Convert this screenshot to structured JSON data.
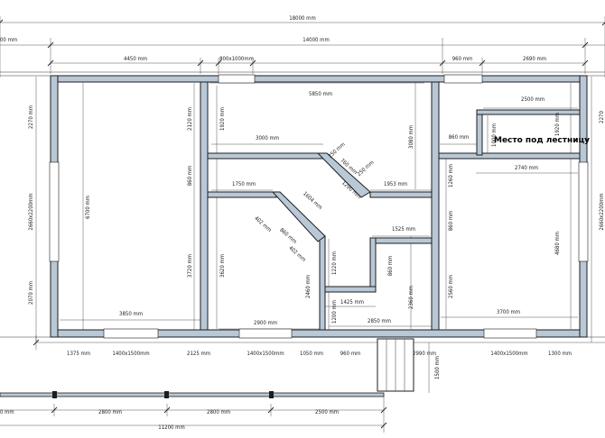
{
  "dims": {
    "total_18000": "18000 mm",
    "total_14000": "14000 mm",
    "edge_left_top": "00 mm",
    "top_4450": "4450 mm",
    "top_window": "800x1000mm",
    "top_960": "960 mm",
    "top_2690": "2690 mm",
    "top_5850": "5850 mm",
    "top_2500": "2500 mm",
    "top_3000": "3000 mm",
    "top_860": "860 mm",
    "top_2740": "2740 mm",
    "mid_1750": "1750 mm",
    "mid_1953": "1953 mm",
    "mid_1525": "1525 mm",
    "mid_1425": "1425 mm",
    "mid_1260": "1260 mm",
    "mid_860b": "860 mm",
    "bot_3850": "3850 mm",
    "bot_2900": "2900 mm",
    "bot_2850": "2850 mm",
    "bot_3700": "3700 mm",
    "bot_1375": "1375 mm",
    "bot_w1": "1400x1500mm",
    "bot_2125": "2125 mm",
    "bot_w2": "1400x1500mm",
    "bot_1050": "1050 mm",
    "bot_960": "960 mm",
    "bot_2990": "2990 mm",
    "bot_w3": "1400x1500mm",
    "bot_1300": "1300 mm",
    "low_2800a": "2800 mm",
    "low_2800b": "2800 mm",
    "low_2500": "2500 mm",
    "low_11200": "11200 mm",
    "low_edge": "0 mm",
    "v_2270": "2270 mm",
    "v_2660_left": "2660x2200mm",
    "v_2070": "2070 mm",
    "v_6700": "6700 mm",
    "v_2120": "2120 mm",
    "v_860": "860 mm",
    "v_3720": "3720 mm",
    "v_1920": "1920 mm",
    "v_3620": "3620 mm",
    "v_2460": "2460 mm",
    "v_1220": "1220 mm",
    "v_1200": "1200 mm",
    "v_3080": "3080 mm",
    "v_860c": "860 mm",
    "v_2360": "2360 mm",
    "v_1260b": "1260 mm",
    "v_860d": "860 mm",
    "v_2560": "2560 mm",
    "v_1920b": "1920 mm",
    "v_1000": "1000 mm",
    "v_4680": "4680 mm",
    "v_2270r": "2270",
    "v_2660_right": "2660x2200mm",
    "v_1500": "1500 mm",
    "diag_250a": "250 mm",
    "diag_250b": "250 mm",
    "diag_760": "760 mm",
    "diag_1290": "1290 mm",
    "diag_1604": "1604 mm",
    "diag_402a": "402 mm",
    "diag_860": "860 mm",
    "diag_402b": "402 mm"
  },
  "labels": {
    "stair_place": "Место под лестницу"
  }
}
